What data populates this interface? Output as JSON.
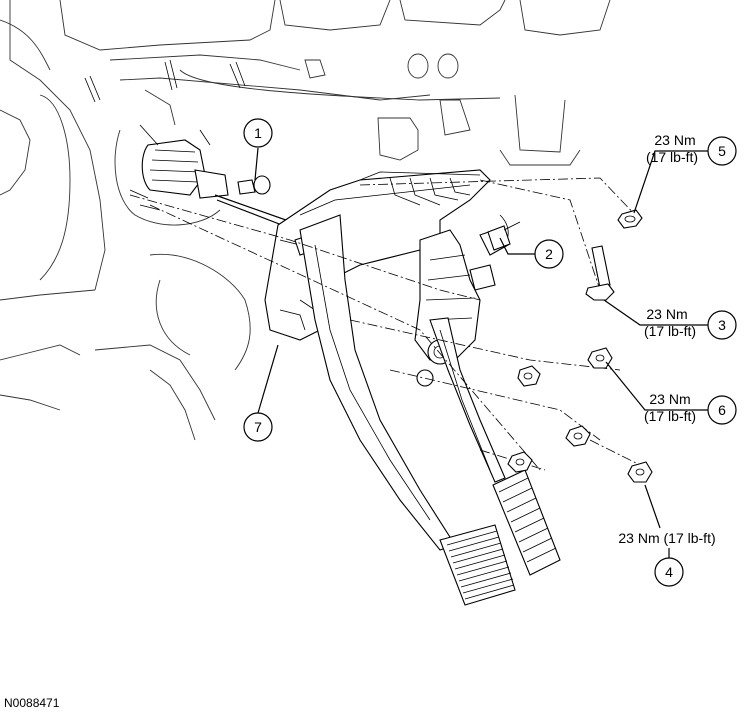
{
  "callouts": [
    {
      "id": "1",
      "torque": ""
    },
    {
      "id": "2",
      "torque": ""
    },
    {
      "id": "3",
      "torque_nm": "23 Nm",
      "torque_lbft": "(17 lb-ft)"
    },
    {
      "id": "4",
      "torque_nm": "23 Nm (17 lb-ft)"
    },
    {
      "id": "5",
      "torque_nm": "23 Nm",
      "torque_lbft": "(17 lb-ft)"
    },
    {
      "id": "6",
      "torque_nm": "23 Nm",
      "torque_lbft": "(17 lb-ft)"
    },
    {
      "id": "7",
      "torque": ""
    }
  ],
  "figure_id": "N0088471"
}
